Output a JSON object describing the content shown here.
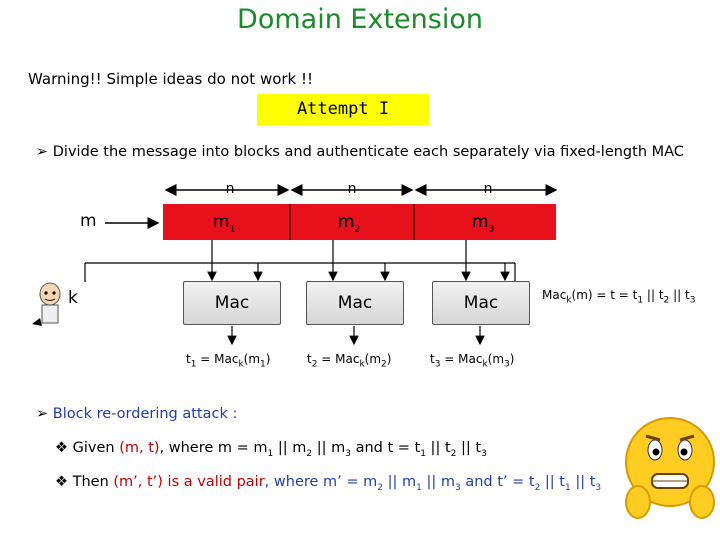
{
  "title": "Domain Extension",
  "warning": "Warning!! Simple ideas do not work !!",
  "attempt_label": "Attempt I",
  "bullet1": "Divide the message into blocks and authenticate each separately via fixed-length MAC",
  "diagram": {
    "input_m": "m",
    "key_k": "k",
    "n_labels": [
      "n",
      "n",
      "n"
    ],
    "blocks": [
      {
        "base": "m",
        "sub": "1"
      },
      {
        "base": "m",
        "sub": "2"
      },
      {
        "base": "m",
        "sub": "3"
      }
    ],
    "mac_label": "Mac",
    "tags": [
      {
        "t": "t",
        "tsub": "1",
        "rest": " = Mac",
        "ksub": "k",
        "arg": "(m",
        "argsub": "1",
        "close": ")"
      },
      {
        "t": "t",
        "tsub": "2",
        "rest": " = Mac",
        "ksub": "k",
        "arg": "(m",
        "argsub": "2",
        "close": ")"
      },
      {
        "t": "t",
        "tsub": "3",
        "rest": " = Mac",
        "ksub": "k",
        "arg": "(m",
        "argsub": "3",
        "close": ")"
      }
    ],
    "concat": {
      "pre": "Mac",
      "ksub": "k",
      "mid": "(m) = t = t",
      "s1": "1",
      "sep1": " || t",
      "s2": "2",
      "sep2": " || t",
      "s3": "3"
    }
  },
  "bullet2": "Block re-ordering attack :",
  "given": {
    "pre": "Given ",
    "pair": "(m, t)",
    "mid": ", where m = m",
    "s1": "1",
    "a": " || m",
    "s2": "2",
    "b": " || m",
    "s3": "3",
    "c": " and t = t",
    "t1": "1",
    "d": " || t",
    "t2": "2",
    "e": " || t",
    "t3": "3"
  },
  "then": {
    "pre": "Then ",
    "pair": "(m’, t’) is a valid pair",
    "mid": ", where m’ = m",
    "s1": "2",
    "a": " || m",
    "s2": "1",
    "b": " || m",
    "s3": "3",
    "c": " and t’ = t",
    "t1": "2",
    "d": " || t",
    "t2": "1",
    "e": " || t",
    "t3": "3"
  },
  "colors": {
    "title": "#1a8a2a",
    "block_fill": "#e8101a",
    "highlight": "#ffff00",
    "red_text": "#c00000",
    "blue_text": "#1f3fa8"
  },
  "icons": [
    "arrow-bullet-icon",
    "diamond-bullet-icon",
    "person-with-key-icon",
    "scared-emoji-icon"
  ]
}
